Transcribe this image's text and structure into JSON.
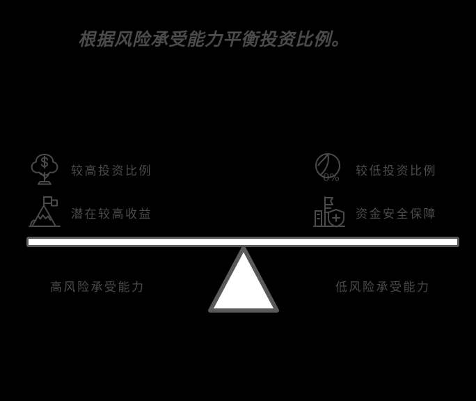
{
  "title": "根据风险承受能力平衡投资比例。",
  "colors": {
    "background": "#000000",
    "ink": "#4b4b4b",
    "stroke": "#5a5a5a",
    "fill": "#ffffff"
  },
  "left_side": {
    "caption": "高风险承受能力",
    "features": [
      {
        "icon": "money-tree-icon",
        "label": "较高投资比例"
      },
      {
        "icon": "mountain-flag-icon",
        "label": "潜在较高收益"
      }
    ]
  },
  "right_side": {
    "caption": "低风险承受能力",
    "features": [
      {
        "icon": "pie-chart-percent-icon",
        "label": "较低投资比例",
        "icon_text": "0%"
      },
      {
        "icon": "bank-shield-icon",
        "label": "资金安全保障"
      }
    ]
  },
  "balance": {
    "beam_name": "balance-beam",
    "fulcrum_name": "balance-fulcrum"
  }
}
